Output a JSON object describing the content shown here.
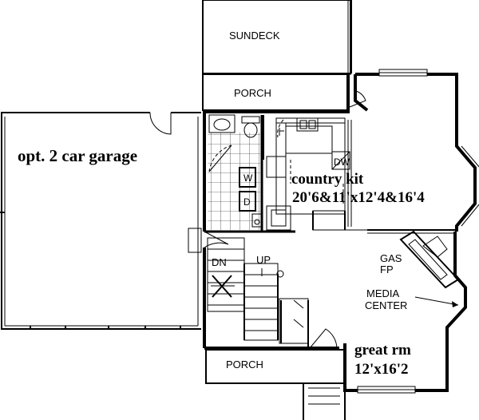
{
  "rooms": {
    "sundeck": "SUNDECK",
    "porch_top": "PORCH",
    "garage": "opt. 2 car garage",
    "kitchen_name": "country kit",
    "kitchen_dims": "20'6&11'x12'4&16'4",
    "dishwasher": "DW",
    "washer": "W",
    "dryer": "D",
    "gas_fp_line1": "GAS",
    "gas_fp_line2": "FP",
    "media_line1": "MEDIA",
    "media_line2": "CENTER",
    "stair_down": "DN",
    "stair_up": "UP",
    "great_room_name": "great rm",
    "great_room_dims": "12'x16'2",
    "porch_bottom": "PORCH"
  }
}
